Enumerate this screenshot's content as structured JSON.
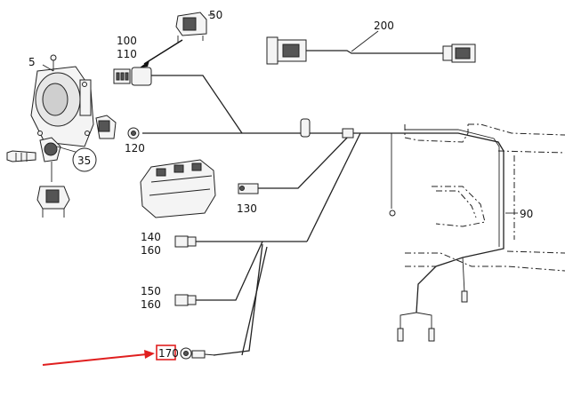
{
  "labels": {
    "p5": "5",
    "p35": "35",
    "p50": "50",
    "p90": "90",
    "p100": "100",
    "p110": "110",
    "p120": "120",
    "p130": "130",
    "p140": "140",
    "p150": "150",
    "p160a": "160",
    "p160b": "160",
    "p170": "170",
    "p200": "200"
  },
  "colors": {
    "highlight": "#e01f1f",
    "line": "#222222"
  }
}
